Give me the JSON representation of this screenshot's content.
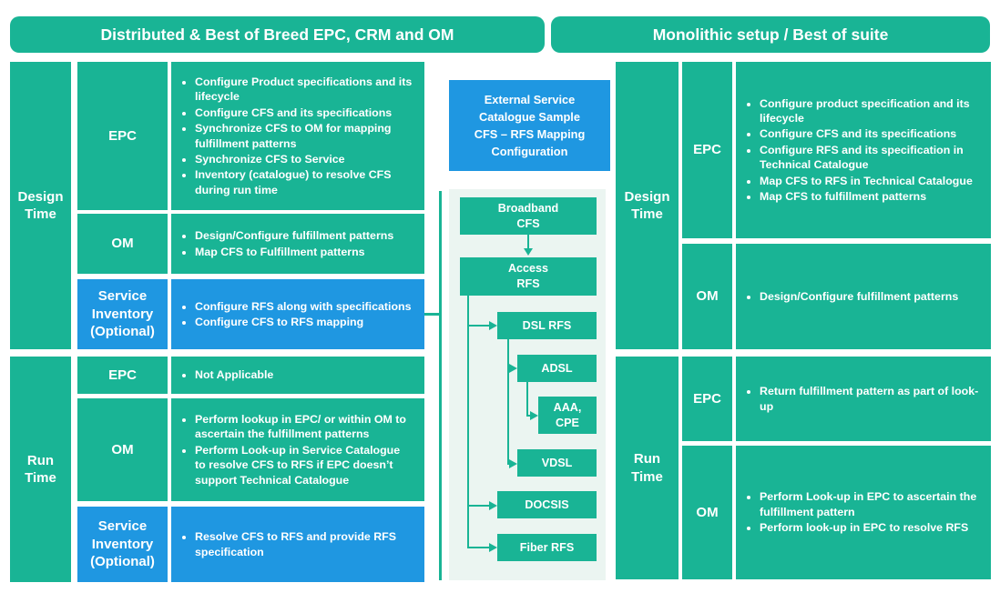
{
  "colors": {
    "teal": "#19b495",
    "blue": "#1f97e1",
    "light_panel_bg": "#ebf5f1",
    "text": "#ffffff",
    "page_bg": "#ffffff"
  },
  "headers": {
    "left": "Distributed & Best of Breed EPC, CRM and OM",
    "right": "Monolithic setup / Best of suite"
  },
  "left_panel": {
    "design": {
      "label": "Design\nTime",
      "rows": [
        {
          "label": "EPC",
          "bullets": [
            "Configure Product specifications and its lifecycle",
            "Configure CFS and its specifications",
            "Synchronize CFS to OM for mapping fulfillment patterns",
            "Synchronize CFS to Service",
            "Inventory (catalogue) to resolve CFS during run time"
          ]
        },
        {
          "label": "OM",
          "bullets": [
            "Design/Configure fulfillment patterns",
            "Map CFS to Fulfillment patterns"
          ]
        },
        {
          "label": "Service\nInventory\n(Optional)",
          "bullets": [
            "Configure RFS along with specifications",
            "Configure CFS to RFS mapping"
          ]
        }
      ]
    },
    "run": {
      "label": "Run\nTime",
      "rows": [
        {
          "label": "EPC",
          "bullets": [
            "Not Applicable"
          ]
        },
        {
          "label": "OM",
          "bullets": [
            "Perform lookup in EPC/ or within OM to ascertain the fulfillment patterns",
            "Perform Look-up in Service Catalogue to resolve CFS to RFS if EPC doesn’t support Technical Catalogue"
          ]
        },
        {
          "label": "Service\nInventory\n(Optional)",
          "bullets": [
            "Resolve CFS to RFS and provide RFS specification"
          ]
        }
      ]
    }
  },
  "center": {
    "callout": "External Service\nCatalogue Sample\nCFS – RFS Mapping\nConfiguration",
    "tree": {
      "broadband": "Broadband\nCFS",
      "access": "Access\nRFS",
      "dsl": "DSL RFS",
      "adsl": "ADSL",
      "aaa": "AAA,\nCPE",
      "vdsl": "VDSL",
      "docsis": "DOCSIS",
      "fiber": "Fiber RFS"
    }
  },
  "right_panel": {
    "design": {
      "label": "Design\nTime",
      "rows": [
        {
          "label": "EPC",
          "bullets": [
            "Configure product specification and its lifecycle",
            "Configure CFS and its specifications",
            "Configure RFS and its specification in Technical Catalogue",
            "Map CFS to RFS in Technical Catalogue",
            "Map CFS to fulfillment patterns"
          ]
        },
        {
          "label": "OM",
          "bullets": [
            "Design/Configure fulfillment patterns"
          ]
        }
      ]
    },
    "run": {
      "label": "Run\nTime",
      "rows": [
        {
          "label": "EPC",
          "bullets": [
            "Return fulfillment pattern as part of look-up"
          ]
        },
        {
          "label": "OM",
          "bullets": [
            "Perform Look-up in EPC to ascertain the fulfillment pattern",
            "Perform look-up in EPC to resolve RFS"
          ]
        }
      ]
    }
  }
}
